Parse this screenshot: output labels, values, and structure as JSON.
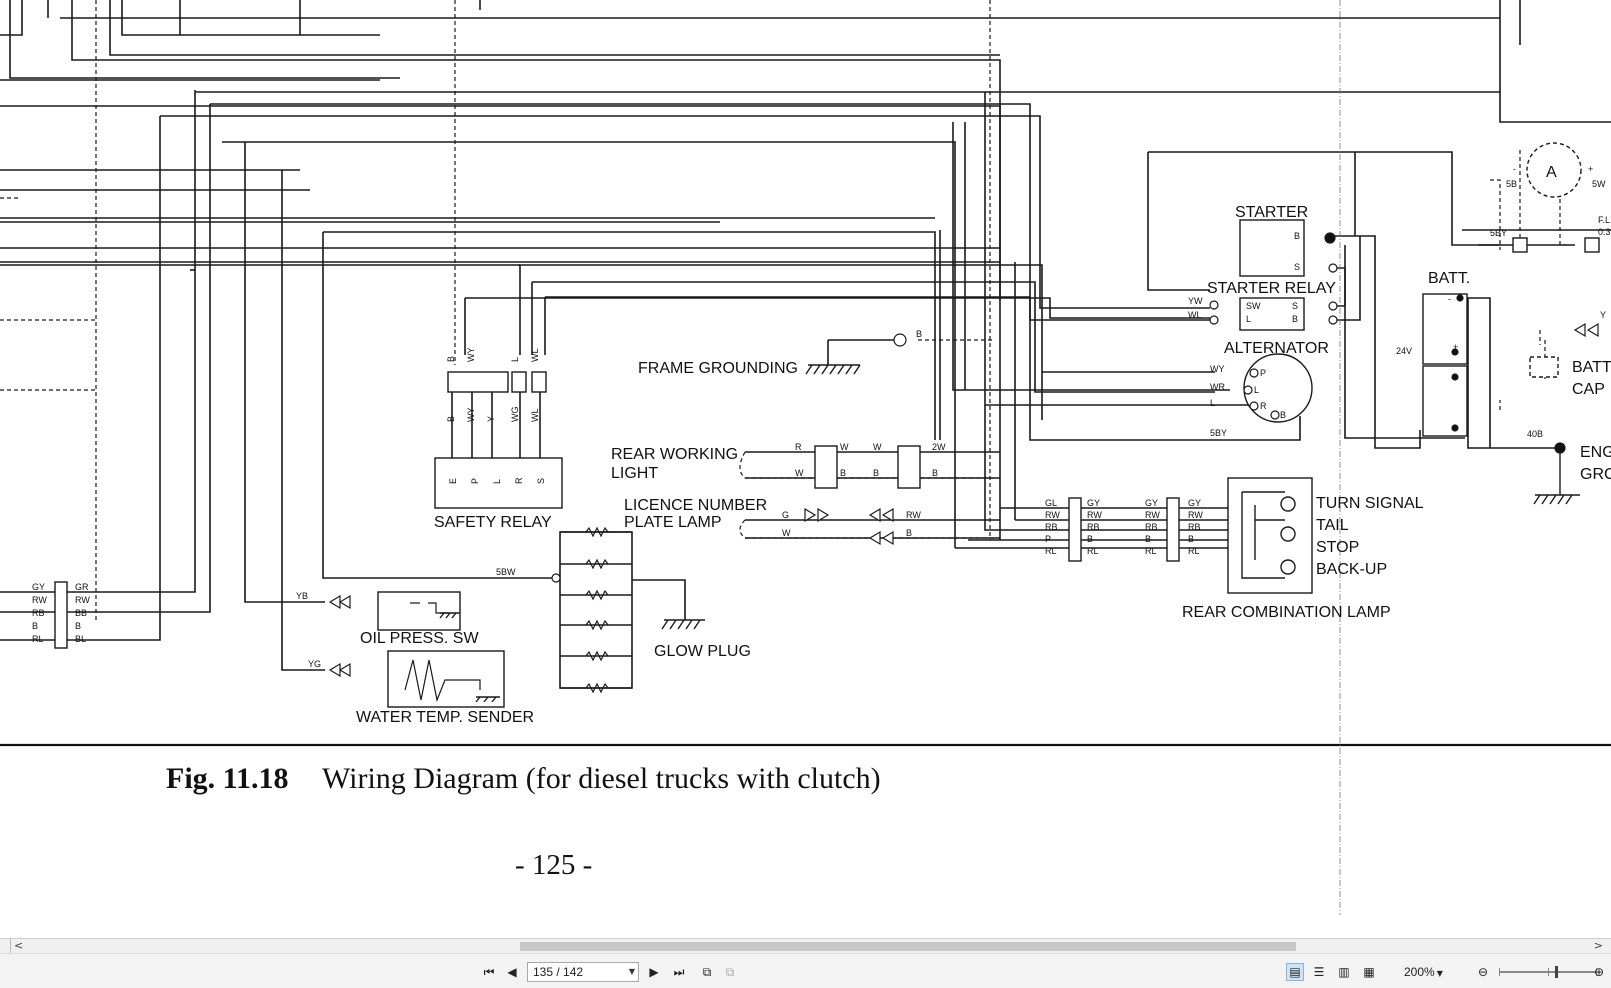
{
  "document": {
    "figure_number": "Fig. 11.18",
    "figure_caption": "Wiring Diagram (for diesel trucks with clutch)",
    "page_footer": "- 125 -"
  },
  "diagram_labels": {
    "frame_grounding": "FRAME GROUNDING",
    "rear_working_light_1": "REAR WORKING",
    "rear_working_light_2": "LIGHT",
    "licence_plate_1": "LICENCE NUMBER",
    "licence_plate_2": "PLATE LAMP",
    "safety_relay": "SAFETY RELAY",
    "oil_press_sw": "OIL PRESS. SW",
    "water_temp_sender": "WATER TEMP. SENDER",
    "glow_plug": "GLOW PLUG",
    "starter": "STARTER",
    "starter_relay": "STARTER RELAY",
    "alternator": "ALTERNATOR",
    "batt": "BATT.",
    "batt_cap_1": "BATT",
    "batt_cap_2": "CAP",
    "engine_gnd_1": "ENG",
    "engine_gnd_2": "GRC",
    "turn_signal": "TURN SIGNAL",
    "tail": "TAIL",
    "stop": "STOP",
    "back_up": "BACK-UP",
    "rear_combination_lamp": "REAR COMBINATION LAMP",
    "ammeter": "A",
    "fl_1": "F.L",
    "fl_2": "0.3",
    "v24": "24V"
  },
  "wire_codes": {
    "safety_top": [
      "B",
      "WY",
      "L",
      "WL"
    ],
    "safety_mid": [
      "B",
      "WY",
      "Y",
      "WG",
      "WL"
    ],
    "safety_terms": [
      "E",
      "P",
      "L",
      "R",
      "S"
    ],
    "left_conn_left": [
      "GY",
      "RW",
      "RB",
      "B",
      "RL"
    ],
    "left_conn_right": [
      "GR",
      "RW",
      "BB",
      "B",
      "BL"
    ],
    "mid_conn_left": [
      "GL",
      "RW",
      "RB",
      "P",
      "RL"
    ],
    "mid_conn_right": [
      "GY",
      "RW",
      "RB",
      "B",
      "RL"
    ],
    "rcl_conn_left": [
      "GY",
      "RW",
      "RB",
      "B",
      "RL"
    ],
    "rcl_conn_right": [
      "GY",
      "RW",
      "RB",
      "B",
      "RL"
    ],
    "alt_wires": [
      "WY",
      "WR",
      "L"
    ],
    "alt_terms": [
      "P",
      "L",
      "R",
      "B"
    ],
    "relay_wires": [
      "YW",
      "WL"
    ],
    "relay_terms": [
      "SW",
      "S",
      "L",
      "B"
    ],
    "starter_terms": [
      "B",
      "S"
    ],
    "frame_b": "B",
    "rwl_top": [
      "R",
      "W",
      "W",
      "2W"
    ],
    "rwl_bot": [
      "W",
      "B",
      "B",
      "B"
    ],
    "plate_top": [
      "G",
      "RW"
    ],
    "plate_bot": [
      "W",
      "B"
    ],
    "wire_5bw": "5BW",
    "wire_yb": "YB",
    "wire_yg": "YG",
    "wire_5by": "5BY",
    "wire_5by_top": "5BY",
    "wire_40b": "40B",
    "wire_5b": "5B",
    "wire_5w": "5W",
    "wire_y": "Y",
    "alt_5by": "5BY",
    "plus": "+",
    "minus": "-"
  },
  "viewer": {
    "page_indicator": "135 / 142",
    "zoom": "200%",
    "scroll_left_arrow": "<",
    "scroll_right_arrow": ">"
  }
}
